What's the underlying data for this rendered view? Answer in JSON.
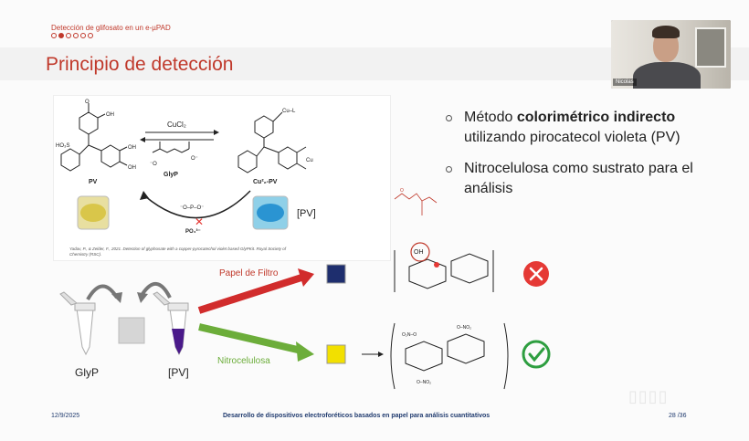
{
  "header": {
    "subtitle": "Detección de glifosato en un e-µPAD",
    "progress_dots": {
      "total": 6,
      "active": 1
    },
    "title": "Principio de detección"
  },
  "video": {
    "participant_name": "Nicolas"
  },
  "figure_top": {
    "reagent_label": "CuCl₂",
    "glyp_label": "GlyP",
    "pv_label": "PV",
    "cu_pv_label": "Cu²₂-PV",
    "po4_label": "PO₄³⁻",
    "pv_bracket_label": "[PV]",
    "citation": "Yadav, P., & Zelder, F., 2021. Detection of glyphosate with a copper-pyrocatechol violet based GlyPKit. Royal Society of Chemistry (RSC)."
  },
  "bullets": [
    {
      "prefix": "Método ",
      "bold": "colorimétrico indirecto",
      "suffix": " utilizando pirocatecol violeta (PV)"
    },
    {
      "prefix": "Nitrocelulosa como sustrato para el análisis",
      "bold": "",
      "suffix": ""
    }
  ],
  "bottom_diagram": {
    "tube_left_label": "GlyP",
    "tube_right_label": "[PV]",
    "arrow_top_label": "Papel de Filtro",
    "arrow_bottom_label": "Nitrocelulosa",
    "oh_label": "OH"
  },
  "footer": {
    "date": "12/9/2025",
    "center": "Desarrollo de dispositivos electroforéticos basados en papel para análisis cuantitativos",
    "page": "28 /36"
  },
  "colors": {
    "accent_red": "#c0392b",
    "filter_paper_swatch": "#1e2e6e",
    "nitrocellulose_swatch": "#f2e000",
    "cross": "#e53935",
    "check": "#2e9e40",
    "arrow_red": "#d12c2c",
    "arrow_green": "#6cad3a",
    "pv_tube": "#4a1a8a"
  }
}
